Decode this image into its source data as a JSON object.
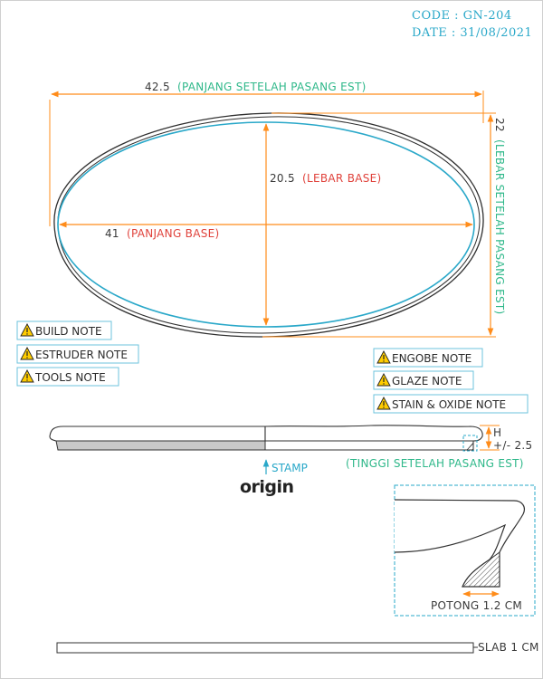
{
  "header": {
    "code": "CODE : GN-204",
    "date": "DATE : 31/08/2021"
  },
  "dimensions": {
    "length_after_install": {
      "value": "42.5",
      "label": "(PANJANG SETELAH PASANG EST)"
    },
    "width_after_install": {
      "value": "22",
      "label": "(LEBAR SETELAH PASANG EST)"
    },
    "base_width": {
      "value": "20.5",
      "label": "(LEBAR BASE)"
    },
    "base_length": {
      "value": "41",
      "label": "(PANJANG BASE)"
    },
    "height": {
      "label": "H",
      "value": "+/- 2.5",
      "note": "(TINGGI SETELAH PASANG EST)"
    }
  },
  "notes_left": [
    "BUILD NOTE",
    "ESTRUDER NOTE",
    "TOOLS NOTE"
  ],
  "notes_right": [
    "ENGOBE NOTE",
    "GLAZE NOTE",
    "STAIN & OXIDE NOTE"
  ],
  "stamp": {
    "label": "STAMP",
    "logo": "origin"
  },
  "detail": {
    "cut_label": "POTONG 1.2 CM"
  },
  "slab": {
    "label": "SLAB 1 CM"
  },
  "colors": {
    "orange": "#ff8c1a",
    "green": "#2fb88a",
    "red": "#e0433c",
    "cyan": "#2aa8c9",
    "dark": "#333333"
  }
}
